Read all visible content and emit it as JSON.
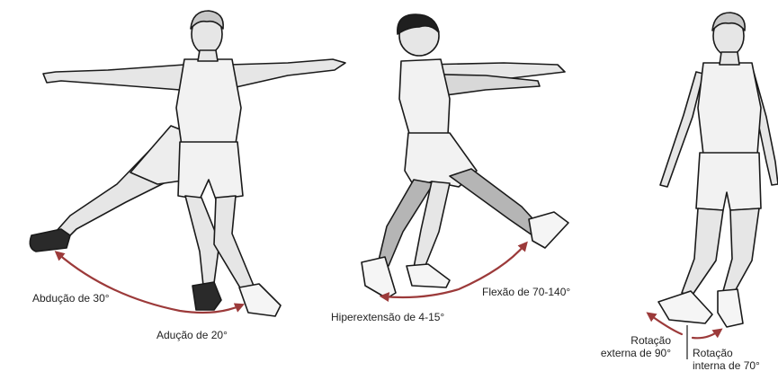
{
  "figures": [
    {
      "id": "abduction-adduction",
      "labels": {
        "abduction": "Abdução de 30°",
        "adduction": "Adução de 20°"
      }
    },
    {
      "id": "flexion-hyperextension",
      "labels": {
        "flexion": "Flexão de 70-140°",
        "hyperextension": "Hiperextensão de 4-15°"
      }
    },
    {
      "id": "rotation",
      "labels": {
        "external_line1": "Rotação",
        "external_line2": "externa de 90°",
        "internal_line1": "Rotação",
        "internal_line2": "interna de 70°"
      }
    }
  ],
  "colors": {
    "arrow": "#9c3a3a",
    "skin": "#e6e6e6",
    "shadow": "#b5b5b5",
    "outline": "#1a1a1a",
    "hair_light": "#c8c8c8",
    "hair_dark": "#1f1f1f",
    "shoe_dark": "#2a2a2a"
  }
}
